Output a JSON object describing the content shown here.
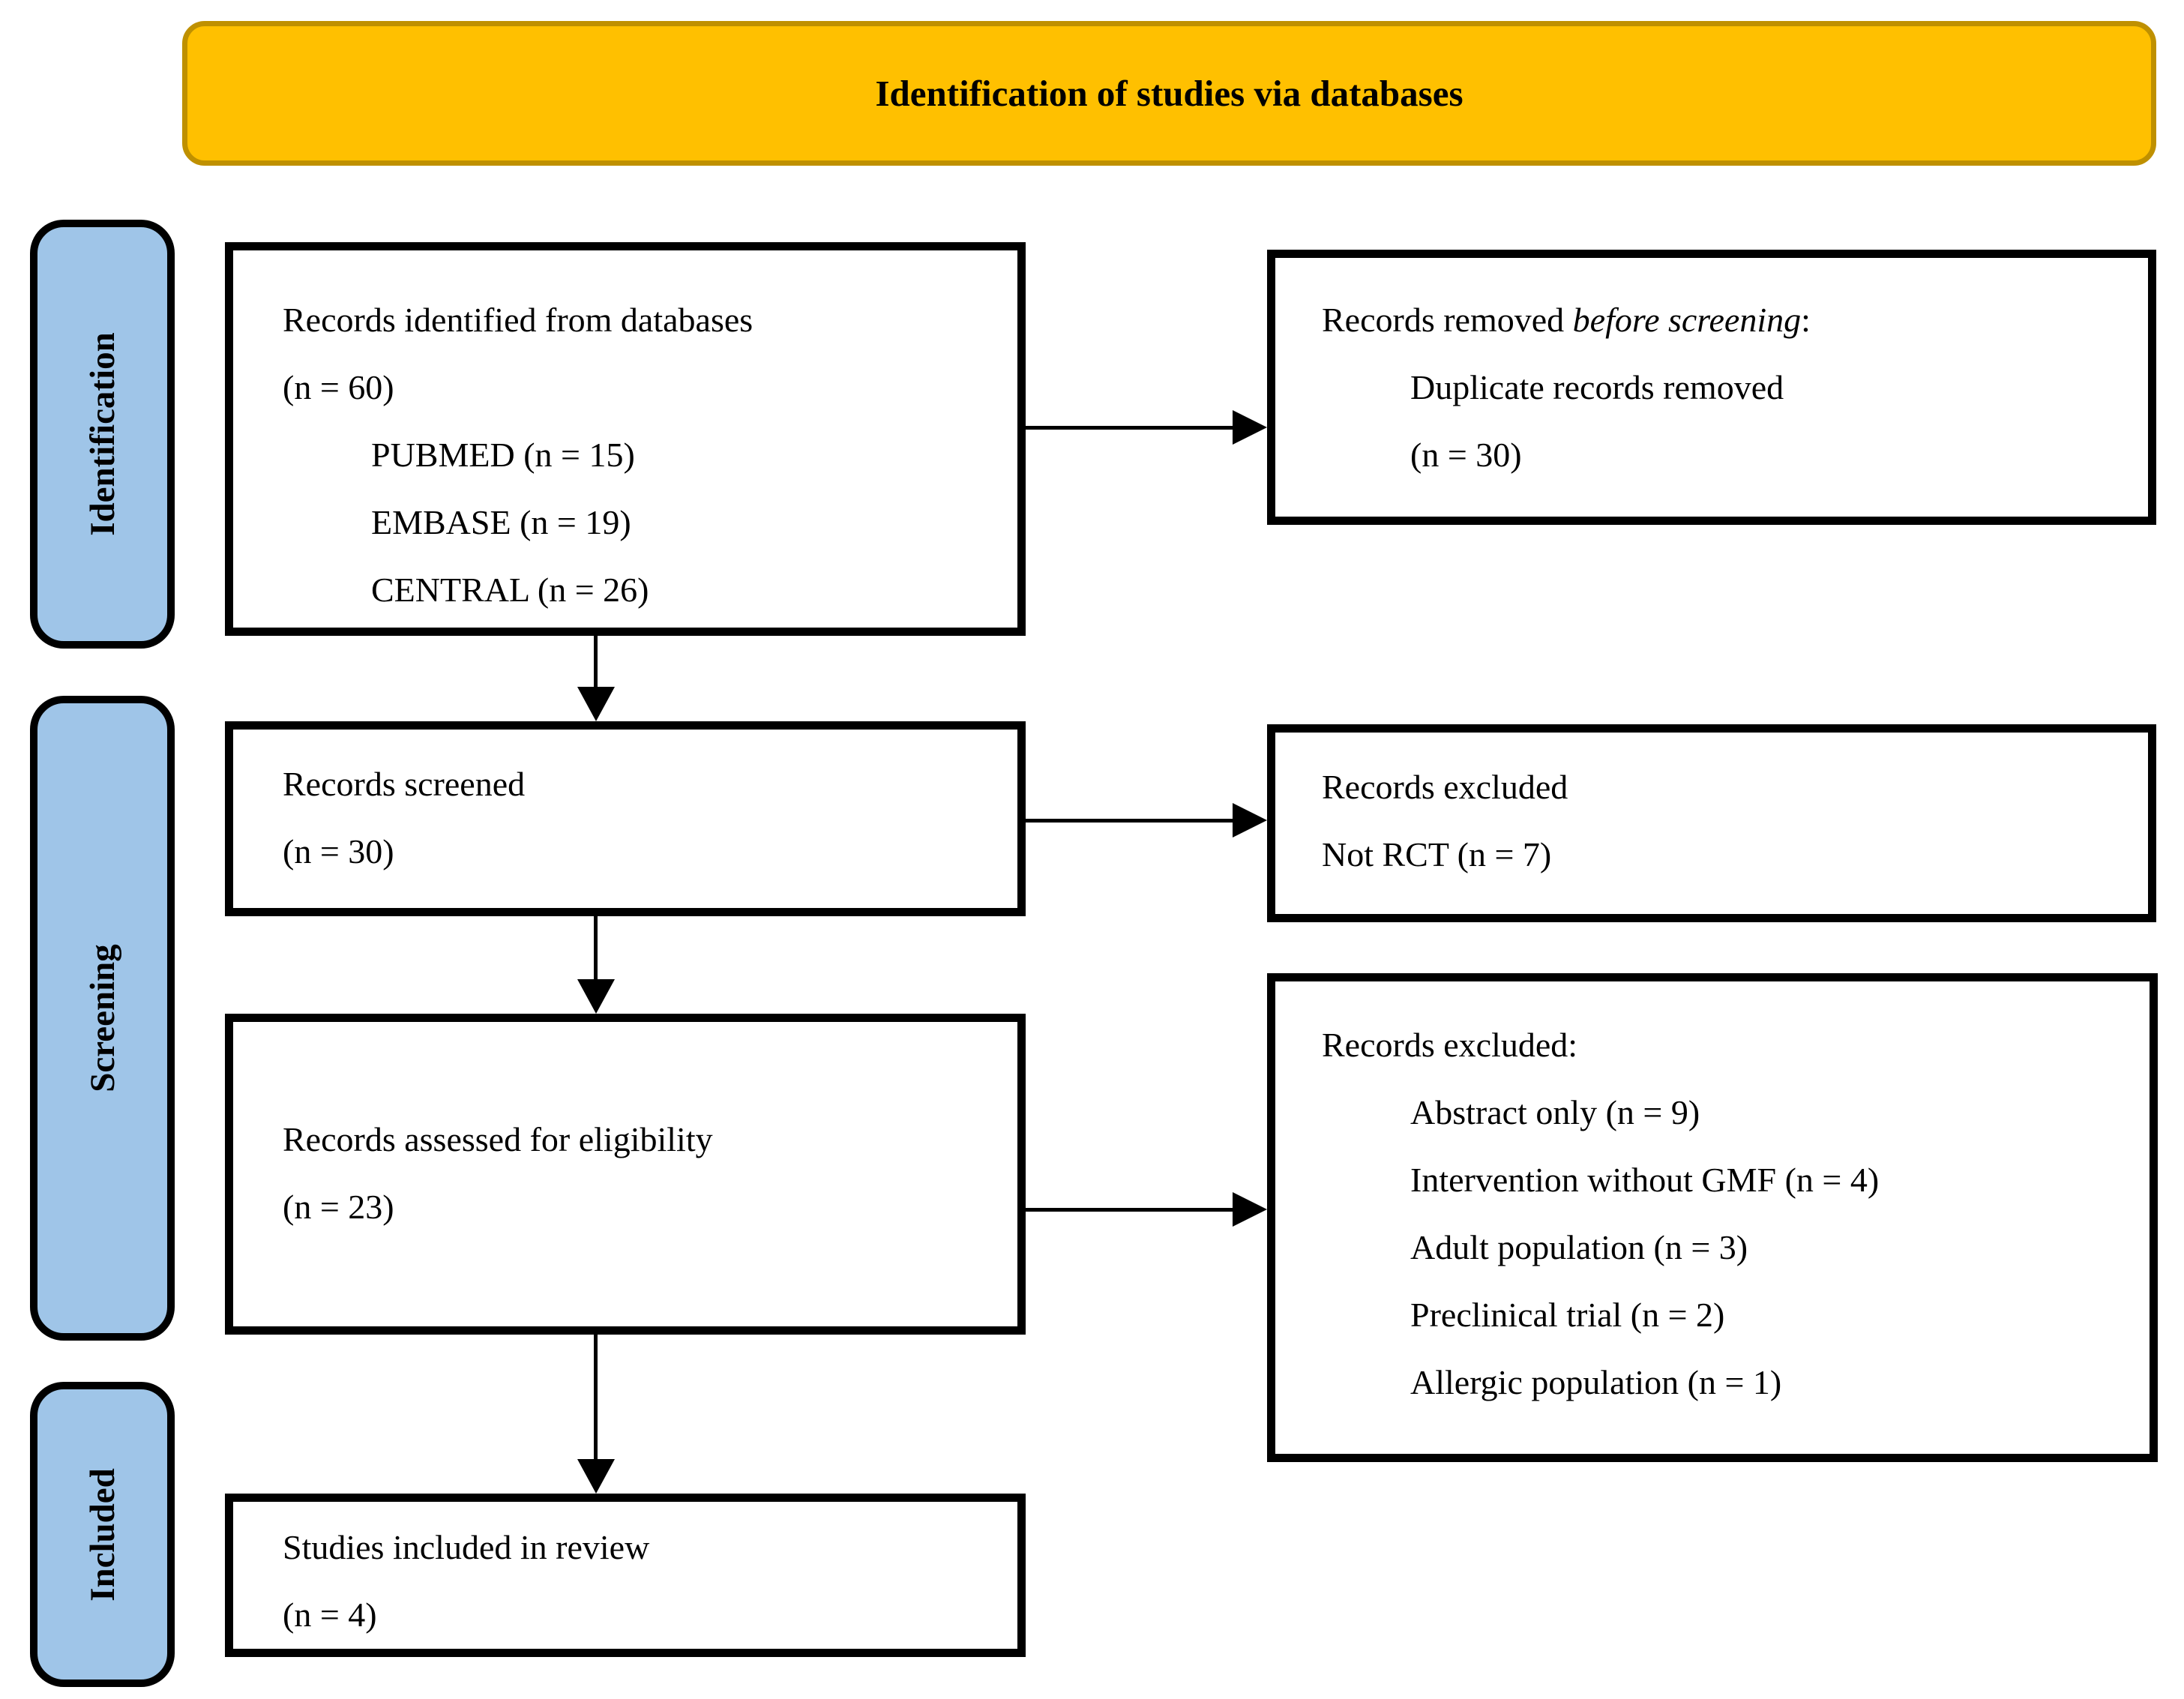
{
  "header": {
    "title": "Identification of studies via databases"
  },
  "stages": [
    {
      "label": "Identification"
    },
    {
      "label": "Screening"
    },
    {
      "label": "Included"
    }
  ],
  "flow_boxes": {
    "identified": {
      "line1": "Records identified from databases",
      "line2": "(n = 60)",
      "line3": "PUBMED (n = 15)",
      "line4": "EMBASE (n = 19)",
      "line5": "CENTRAL (n = 26)"
    },
    "screened": {
      "line1": "Records screened",
      "line2": "(n = 30)"
    },
    "assessed": {
      "line1": "Records assessed for eligibility",
      "line2": "(n = 23)"
    },
    "included": {
      "line1": "Studies included in review",
      "line2": "(n = 4)"
    },
    "removed_before_screening": {
      "line1_prefix": "Records removed ",
      "line1_italic": "before screening",
      "line1_suffix": ":",
      "line2": "Duplicate records removed",
      "line3": "(n = 30)"
    },
    "excluded_screening": {
      "line1": "Records excluded",
      "line2": "Not RCT (n = 7)"
    },
    "excluded_eligibility": {
      "line1": "Records excluded:",
      "line2": "Abstract only (n = 9)",
      "line3": "Intervention without GMF (n = 4)",
      "line4": "Adult population (n = 3)",
      "line5": "Preclinical trial (n = 2)",
      "line6": "Allergic population (n = 1)"
    }
  },
  "colors": {
    "header_fill": "#FFC000",
    "header_border": "#BF9000",
    "stage_fill": "#9FC5E8",
    "box_border": "#000000"
  }
}
